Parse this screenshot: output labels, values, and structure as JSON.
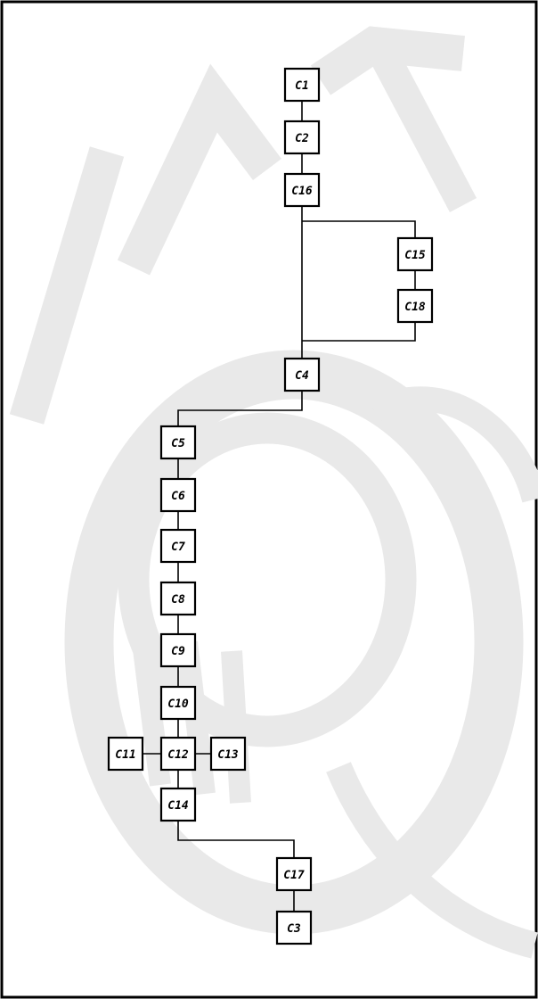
{
  "diagram": {
    "nodes": [
      {
        "id": "c1",
        "label": "C1"
      },
      {
        "id": "c2",
        "label": "C2"
      },
      {
        "id": "c16",
        "label": "C16"
      },
      {
        "id": "c15",
        "label": "C15"
      },
      {
        "id": "c18",
        "label": "C18"
      },
      {
        "id": "c4",
        "label": "C4"
      },
      {
        "id": "c5",
        "label": "C5"
      },
      {
        "id": "c6",
        "label": "C6"
      },
      {
        "id": "c7",
        "label": "C7"
      },
      {
        "id": "c8",
        "label": "C8"
      },
      {
        "id": "c9",
        "label": "C9"
      },
      {
        "id": "c10",
        "label": "C10"
      },
      {
        "id": "c11",
        "label": "C11"
      },
      {
        "id": "c12",
        "label": "C12"
      },
      {
        "id": "c13",
        "label": "C13"
      },
      {
        "id": "c14",
        "label": "C14"
      },
      {
        "id": "c17",
        "label": "C17"
      },
      {
        "id": "c3",
        "label": "C3"
      }
    ],
    "edges": [
      [
        "c1",
        "c2"
      ],
      [
        "c2",
        "c16"
      ],
      [
        "c16",
        "c15"
      ],
      [
        "c15",
        "c18"
      ],
      [
        "c18",
        "c4"
      ],
      [
        "c16",
        "c4"
      ],
      [
        "c4",
        "c5"
      ],
      [
        "c5",
        "c6"
      ],
      [
        "c6",
        "c7"
      ],
      [
        "c7",
        "c8"
      ],
      [
        "c8",
        "c9"
      ],
      [
        "c9",
        "c10"
      ],
      [
        "c10",
        "c12"
      ],
      [
        "c11",
        "c12"
      ],
      [
        "c12",
        "c13"
      ],
      [
        "c12",
        "c14"
      ],
      [
        "c14",
        "c17"
      ],
      [
        "c17",
        "c3"
      ]
    ]
  },
  "colors": {
    "line": "#000000",
    "box_fill": "#ffffff",
    "watermark": "#e9e9e9"
  }
}
